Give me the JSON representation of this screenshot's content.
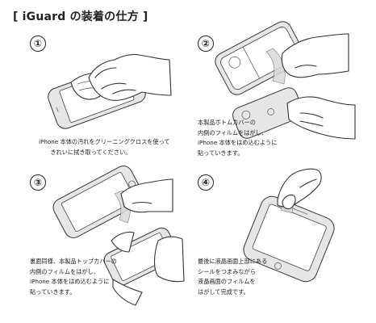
{
  "title": "[ iGuard の装着の仕方 ]",
  "steps": [
    {
      "number": "①",
      "caption": "iPhone 本体の汚れをクリーニングクロスを使って\n　　きれいに拭き取ってください。"
    },
    {
      "number": "②",
      "caption": "本製品ボトムカバーの\n内側のフィルムをはがし、\niPhone 本体をはめ込むように\n貼っていきます。"
    },
    {
      "number": "③",
      "caption": "裏面同様、本製品トップカバーの\n内側のフィルムをはがし、\niPhone 本体をはめ込むように\n貼っていきます。"
    },
    {
      "number": "④",
      "caption": "最後に液晶画面上部にある\nシールをつまみながら\n液晶画面のフィルムを\nはがして完成です。"
    }
  ]
}
